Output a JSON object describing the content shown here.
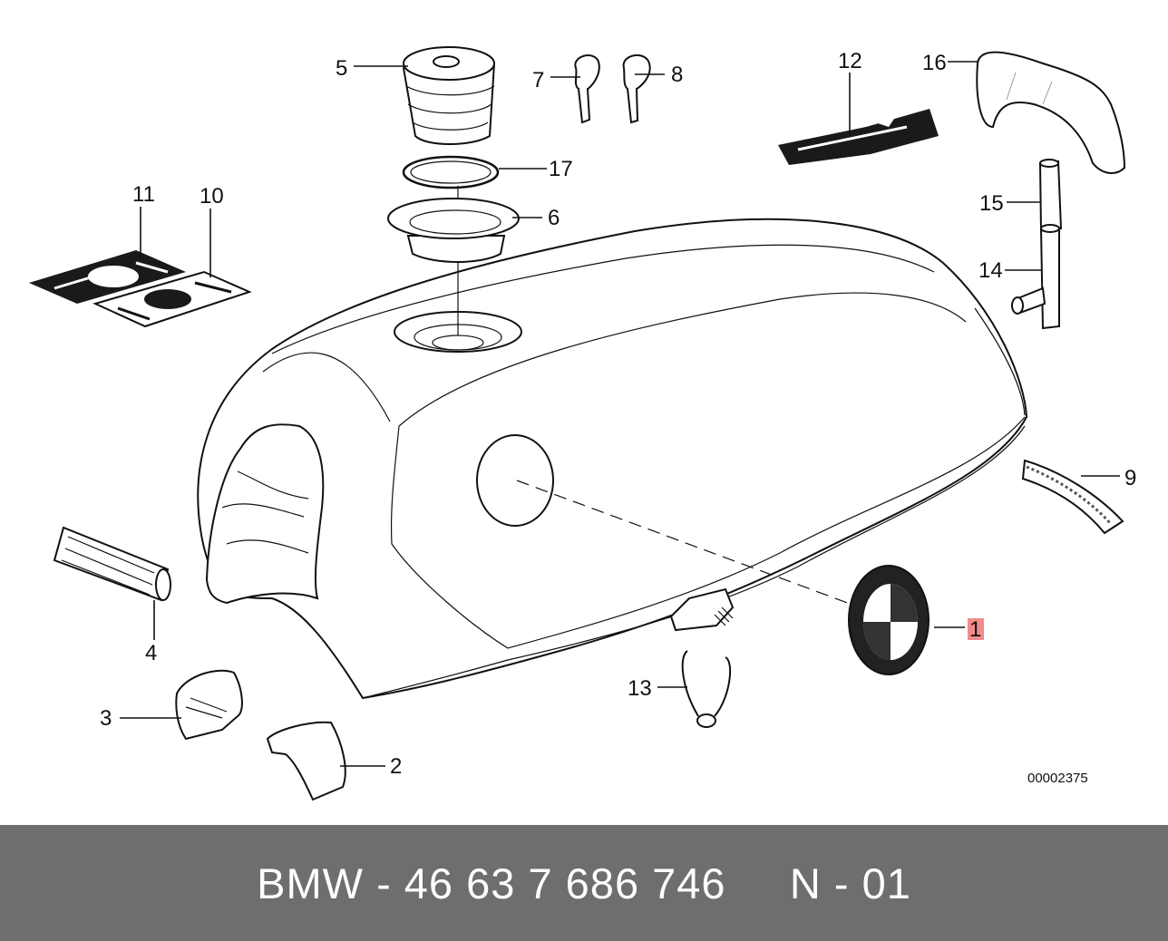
{
  "callouts": [
    "1",
    "2",
    "3",
    "4",
    "5",
    "6",
    "7",
    "8",
    "9",
    "10",
    "11",
    "12",
    "13",
    "14",
    "15",
    "16",
    "17"
  ],
  "doc_number": "00002375",
  "footer": {
    "brand": "BMW",
    "separator": "-",
    "part_number": "46 63 7 686 746",
    "code": "N - 01"
  },
  "colors": {
    "footer_bg": "#6e6e6e",
    "highlight": "#f28b8b"
  }
}
